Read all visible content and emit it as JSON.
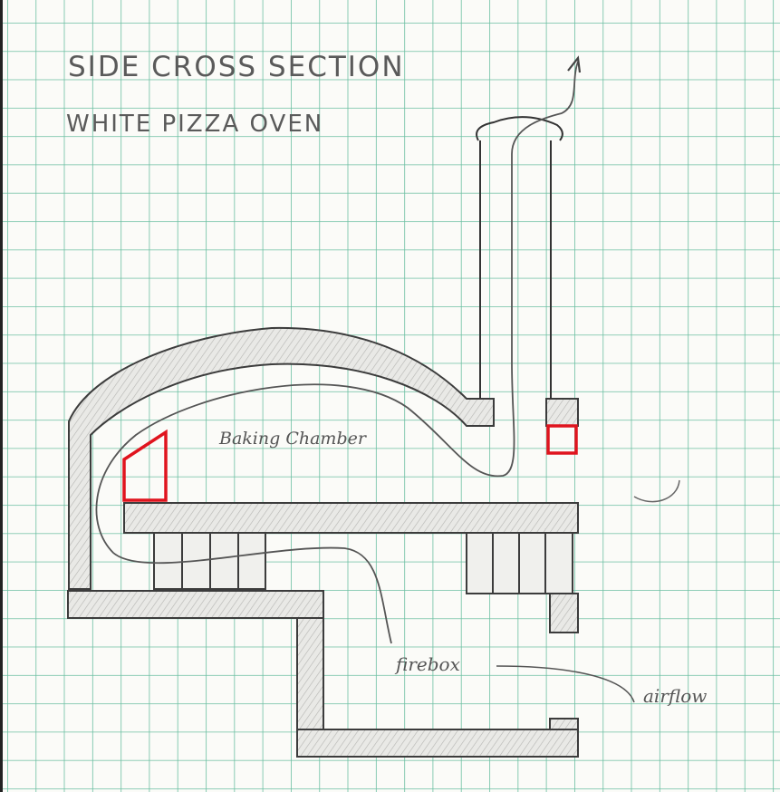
{
  "title": "SIDE CROSS SECTION",
  "subtitle": "WHITE PIZZA OVEN",
  "labels": {
    "baking_chamber": "Baking Chamber",
    "firebox": "firebox",
    "airflow": "airflow"
  },
  "colors": {
    "grid": "#5fb89a",
    "pencil": "#3c3c3c",
    "highlight": "#e0141e",
    "paper": "#fbfbf8"
  }
}
